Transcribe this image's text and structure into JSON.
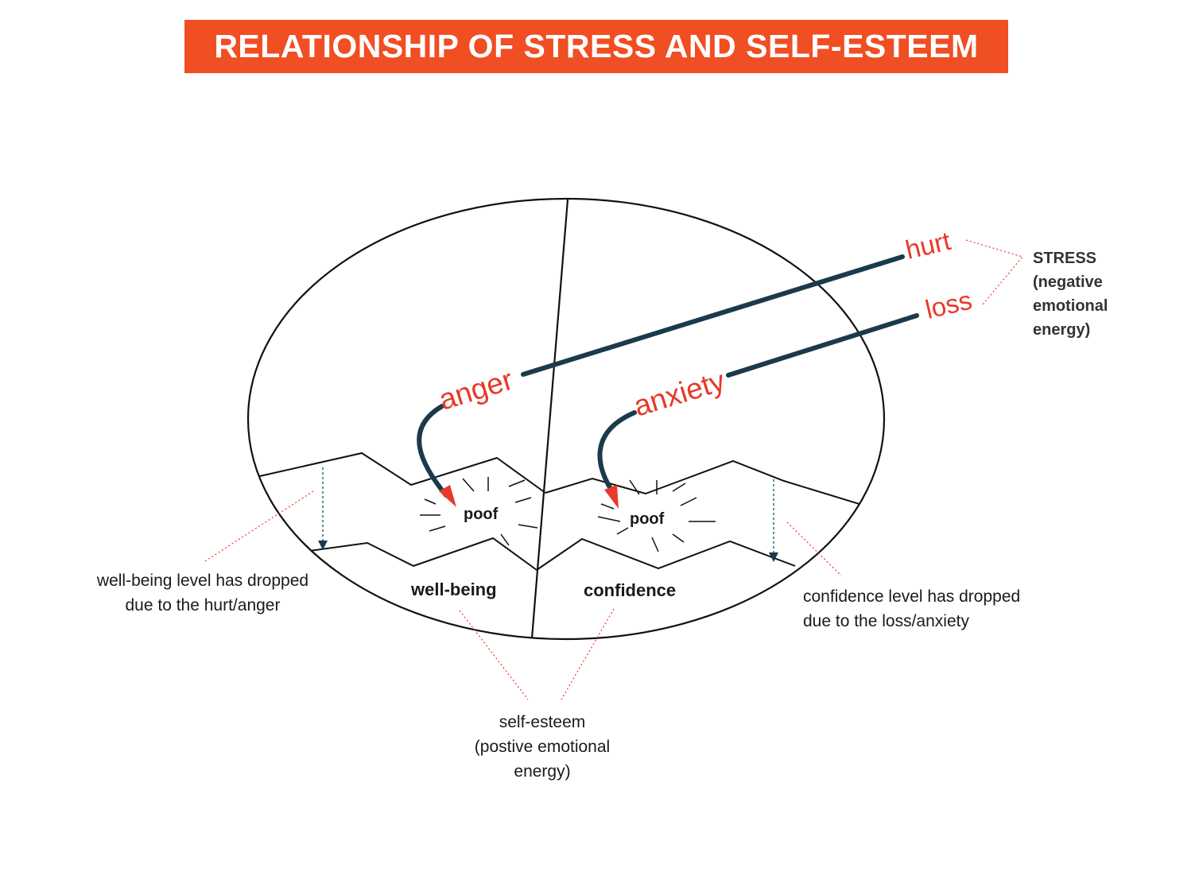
{
  "title": "RELATIONSHIP OF STRESS AND SELF-ESTEEM",
  "stress_words": {
    "hurt": "hurt",
    "loss": "loss",
    "anger": "anger",
    "anxiety": "anxiety"
  },
  "bursts": {
    "left": "poof",
    "right": "poof"
  },
  "sections": {
    "left": "well-being",
    "right": "confidence"
  },
  "stress_label": {
    "line1": "STRESS",
    "line2": "(negative",
    "line3": "emotional",
    "line4": "energy)"
  },
  "left_note": {
    "line1": "well-being level has dropped",
    "line2": "due to the hurt/anger"
  },
  "right_note": {
    "line1": "confidence level has dropped",
    "line2": "due to the loss/anxiety"
  },
  "self_esteem_label": {
    "line1": "self-esteem",
    "line2": "(postive emotional",
    "line3": "energy)"
  },
  "colors": {
    "banner": "#f04e23",
    "accent_red": "#e8392a",
    "stress_line": "#1b3a4b",
    "dotted_arrow": "#2a7a86"
  }
}
